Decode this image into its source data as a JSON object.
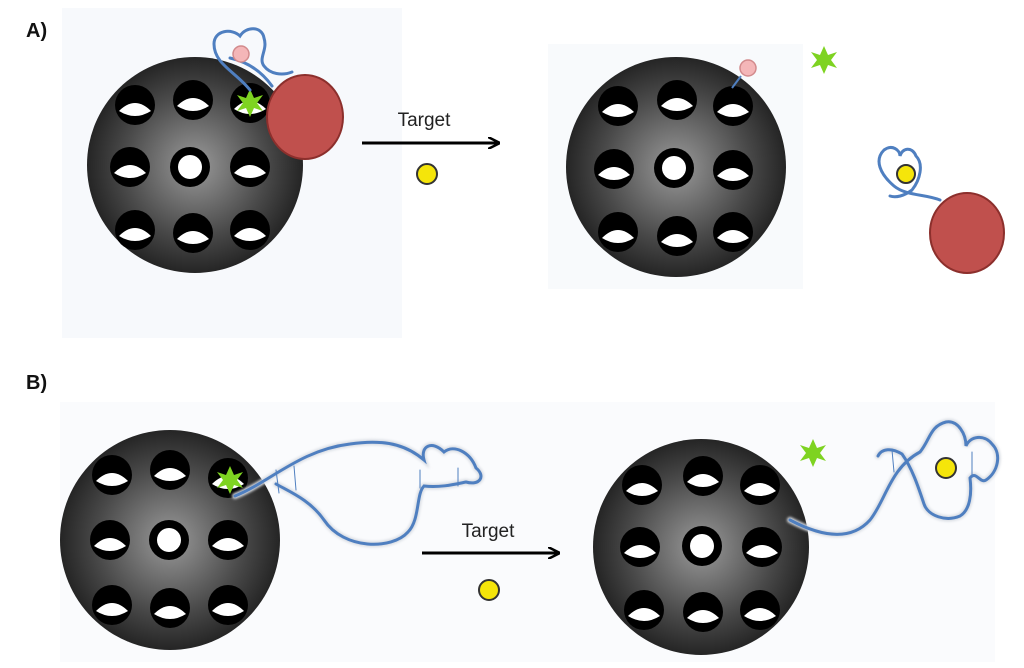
{
  "panels": [
    {
      "label": "A)",
      "arrow_label": "Target"
    },
    {
      "label": "B)",
      "arrow_label": "Target"
    }
  ],
  "colors": {
    "nanoparticle_dark": "#1a1a1a",
    "nanoparticle_light": "#9a9a9a",
    "pore": "#000000",
    "strand": "#4f7fc0",
    "fluorophore": "#7ed321",
    "target": "#f5e50a",
    "quencher_ball": "#f4b6b8",
    "gate_protein": "#c0504d"
  },
  "icons": [
    "mesoporous-nanoparticle",
    "fluorescent-dye-star",
    "target-molecule",
    "dna-aptamer-strand",
    "capping-protein"
  ]
}
